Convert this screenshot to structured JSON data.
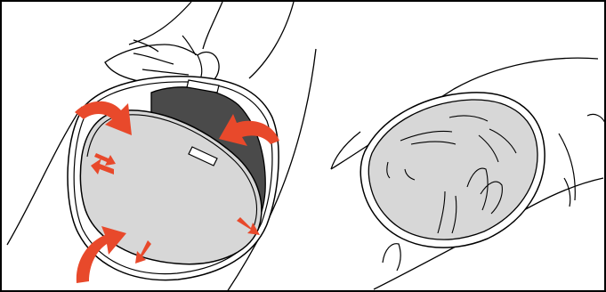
{
  "figure": {
    "panels": [
      {
        "id": "left",
        "depicts": "hand-pulling-cover-over-lid",
        "arrow_count": 7
      },
      {
        "id": "right",
        "depicts": "wrinkled-cover-on-lid"
      }
    ]
  },
  "colors": {
    "background": "#ffffff",
    "outline": "#000000",
    "cover_gray": "#d7d7d7",
    "dark_surface": "#4a4a4a",
    "arrow": "#e8492b"
  }
}
